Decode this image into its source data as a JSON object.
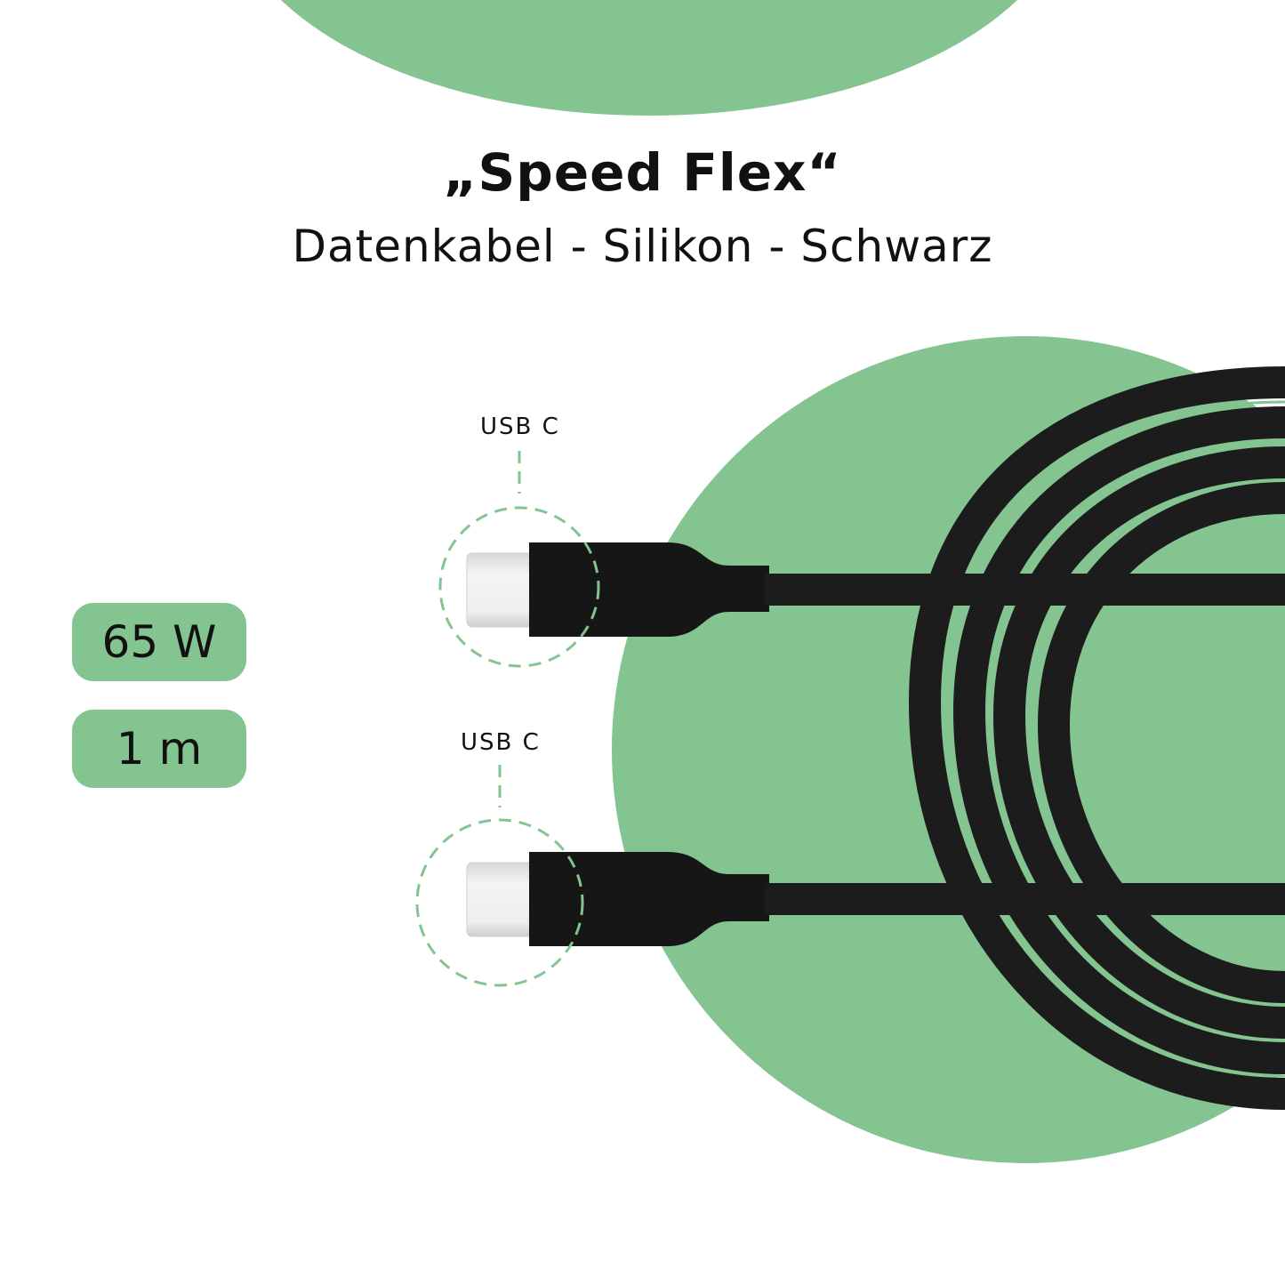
{
  "product": {
    "title": "„Speed Flex“",
    "subtitle": "Datenkabel - Silikon - Schwarz"
  },
  "specs": [
    {
      "label": "65 W"
    },
    {
      "label": "1 m"
    }
  ],
  "connectors": [
    {
      "label": "USB C"
    },
    {
      "label": "USB C"
    }
  ],
  "colors": {
    "accent_green": "#84c490",
    "cable_black": "#1b1b1b",
    "background": "#ffffff"
  }
}
